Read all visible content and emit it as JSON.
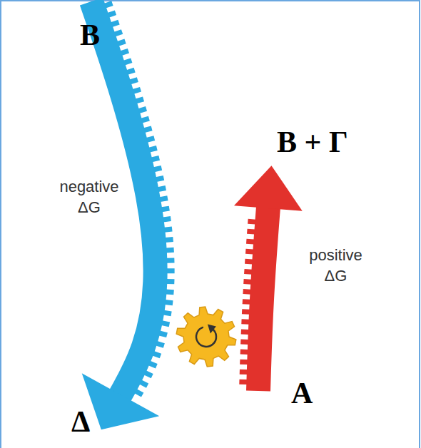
{
  "diagram": {
    "labels": [
      "B",
      "negative ΔG",
      "B + Γ",
      "positive ΔG",
      "Δ",
      "A"
    ]
  }
}
